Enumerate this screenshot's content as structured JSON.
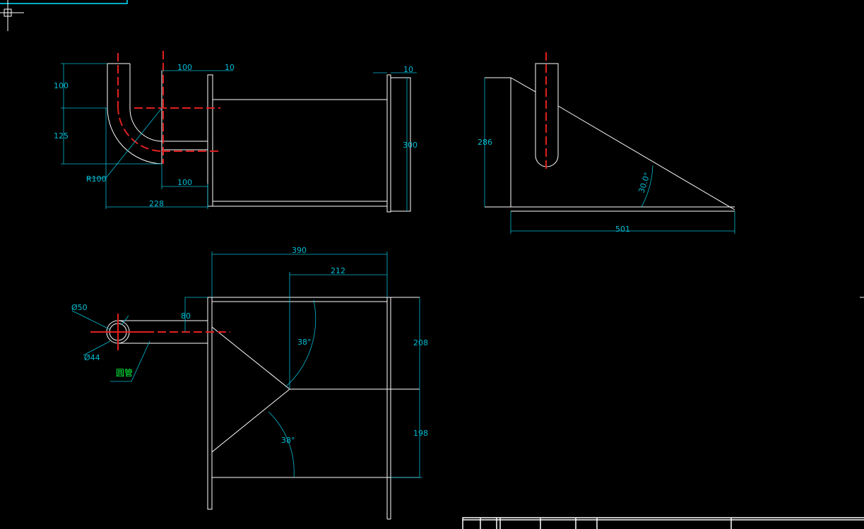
{
  "colors": {
    "background": "#000000",
    "geometry": "#ffffff",
    "dimension": "#00bcd4",
    "centerline": "#e02020",
    "note": "#00ff40",
    "frame": "#00e5ff"
  },
  "icons": {
    "ucs": "crosshair-icon",
    "cursor": "crosshair-cursor-icon"
  },
  "dims": {
    "d100_top": "100",
    "d10_a": "10",
    "d10_b": "10",
    "d100_left": "100",
    "d125": "125",
    "r100": "R100",
    "d100_bottom": "100",
    "d228": "228",
    "d300": "300",
    "d286": "286",
    "angle_30": "30.0°",
    "d501": "501",
    "d390": "390",
    "d212": "212",
    "d80": "80",
    "dia50": "Ø50",
    "dia44": "Ø44",
    "angle_38_top": "38°",
    "angle_38_bottom": "38°",
    "d208": "208",
    "d198": "198"
  },
  "notes": {
    "round_tube": "圆管"
  }
}
